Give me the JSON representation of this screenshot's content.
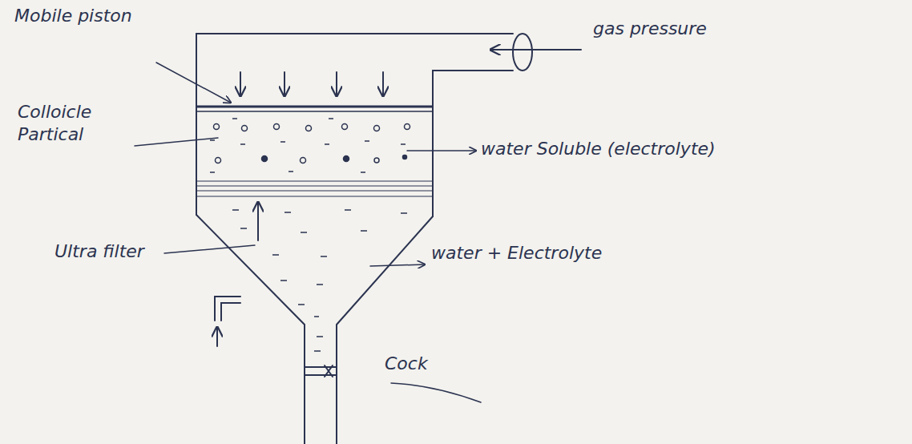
{
  "diagram": {
    "labels": [
      "Mobile piston",
      "gas pressure",
      "Colloicle Partical",
      "water Soluble (electrolyte)",
      "Ultra filter",
      "water + Electrolyte",
      "Cock"
    ]
  }
}
